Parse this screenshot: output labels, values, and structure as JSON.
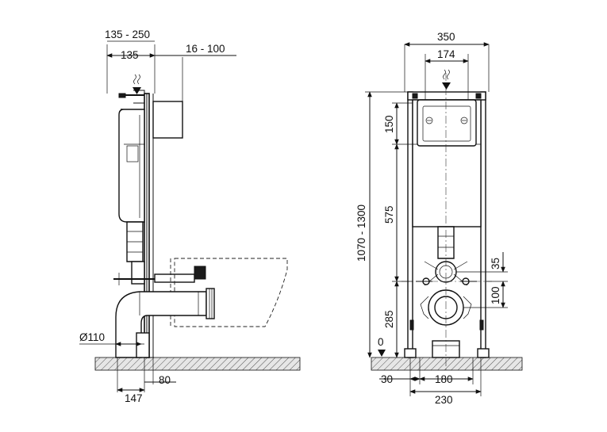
{
  "side_view": {
    "dim_offset_range": "135 - 250",
    "dim_offset": "135",
    "dim_depth_range": "16 - 100",
    "dim_pipe_diameter": "Ø110",
    "dim_foot": "147",
    "dim_frame": "80"
  },
  "front_view": {
    "dim_frame_width": "350",
    "dim_button_width": "174",
    "dim_button_height": "150",
    "dim_tank_height": "575",
    "dim_total_height": "1070 - 1300",
    "dim_bolt_offset": "35",
    "dim_bolt_spacing": "100",
    "dim_drain_height": "285",
    "dim_floor_zero": "0",
    "dim_leg_offset": "30",
    "dim_inner_width": "180",
    "dim_base_width": "230"
  },
  "symbols": {
    "water_inlet": "water-inlet-arrow-icon",
    "floor": "floor-hatch"
  }
}
